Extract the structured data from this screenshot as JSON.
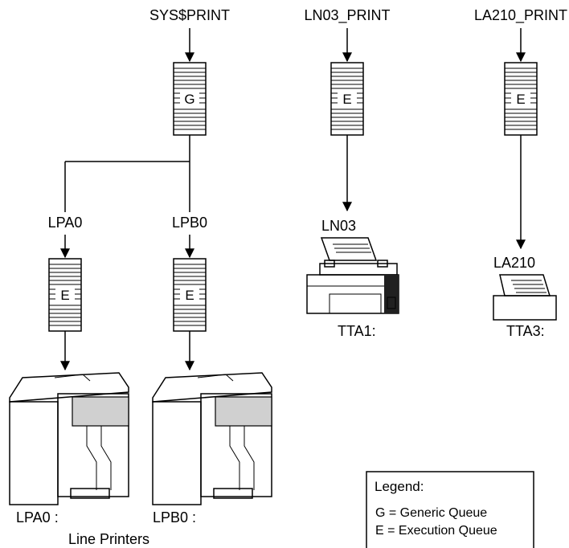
{
  "queues": {
    "sys_print": {
      "name": "SYS$PRINT",
      "type": "G"
    },
    "ln03_print": {
      "name": "LN03_PRINT",
      "type": "E"
    },
    "la210_print": {
      "name": "LA210_PRINT",
      "type": "E"
    },
    "lpa0": {
      "name": "LPA0",
      "type": "E"
    },
    "lpb0": {
      "name": "LPB0",
      "type": "E"
    }
  },
  "printers": {
    "ln03": {
      "model": "LN03",
      "device": "TTA1:"
    },
    "la210": {
      "model": "LA210",
      "device": "TTA3:"
    },
    "lpa0": {
      "device": "LPA0 :"
    },
    "lpb0": {
      "device": "LPB0 :"
    },
    "group_label": "Line Printers"
  },
  "legend": {
    "title": "Legend:",
    "generic": "G = Generic Queue",
    "execution": "E = Execution Queue"
  },
  "colors": {
    "ink": "#000000",
    "panel_grey": "#d0d0d0",
    "dark": "#202020"
  }
}
